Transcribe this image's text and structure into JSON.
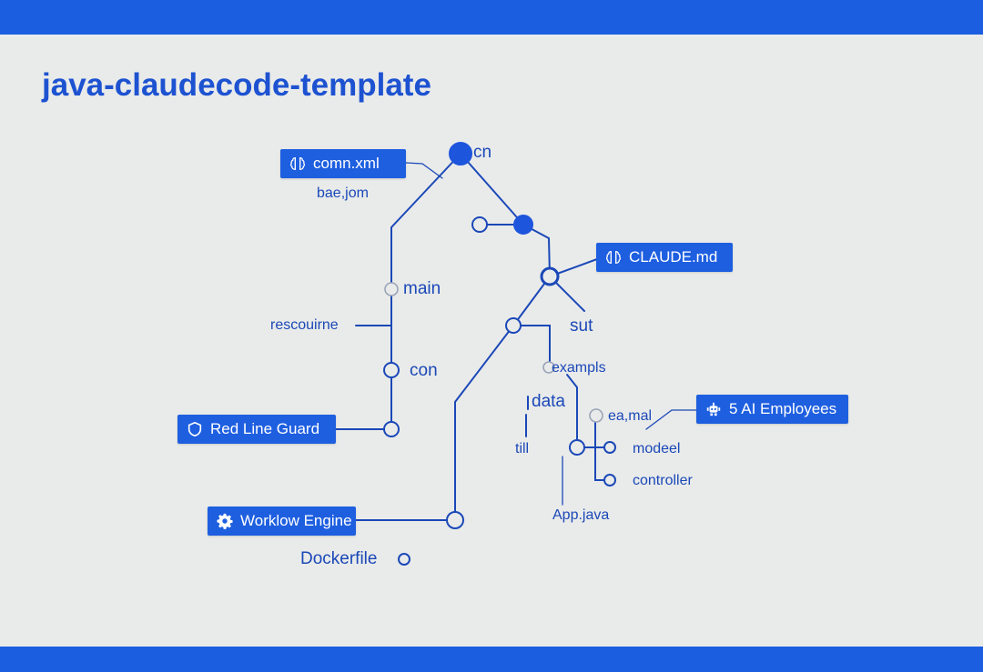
{
  "title": "java-claudecode-template",
  "colors": {
    "accent": "#1e5fe0",
    "line": "#1b48b8",
    "background": "#e9ebea"
  },
  "tags": {
    "comn_xml": {
      "label": "comn.xml",
      "icon": "brain-icon"
    },
    "claude_md": {
      "label": "CLAUDE.md",
      "icon": "brain-icon"
    },
    "ai_employees": {
      "label": "5 AI Employees",
      "icon": "robot-icon"
    },
    "red_line_guard": {
      "label": "Red Line Guard",
      "icon": "shield-icon"
    },
    "workflow_engine": {
      "label": "Worklow Engine",
      "icon": "gear-icon"
    }
  },
  "labels": {
    "bae_jom": "bae,jom",
    "cn": "cn",
    "main": "main",
    "rescourine": "rescouirne",
    "con": "con",
    "sut": "sut",
    "exampls": "exampls",
    "data": "data",
    "till": "till",
    "ea_mal": "ea,mal",
    "modeel": "modeel",
    "controller": "controller",
    "app_java": "App.java",
    "dockerfile": "Dockerfile"
  }
}
